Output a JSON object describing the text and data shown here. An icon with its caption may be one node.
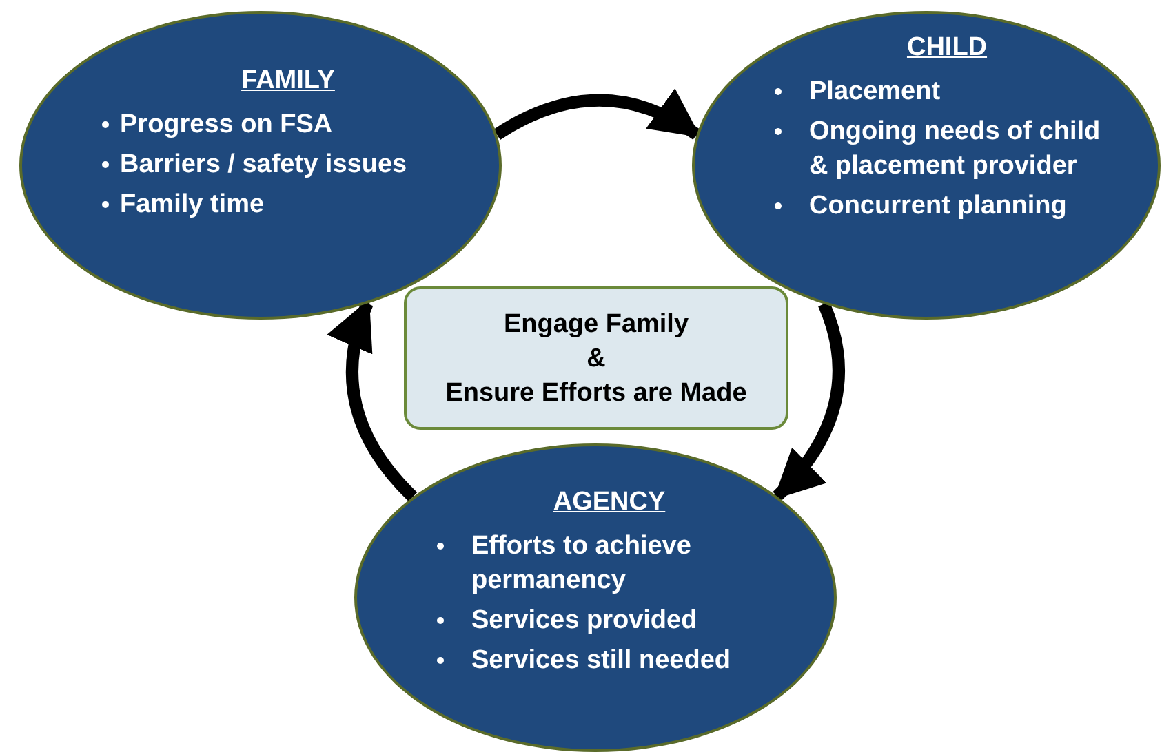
{
  "diagram": {
    "nodes": [
      {
        "text": [
          "FAMILY",
          "Progress on FSA",
          "Barriers / safety issues",
          "Family time"
        ]
      },
      {
        "text": [
          "CHILD",
          "Placement",
          "Ongoing needs of child & placement provider",
          "Concurrent planning"
        ]
      },
      {
        "text": [
          "Engage Family",
          "&",
          "Ensure Efforts are Made"
        ]
      },
      {
        "text": [
          "AGENCY",
          "Efforts to achieve permanency",
          "Services provided",
          "Services still needed"
        ]
      }
    ],
    "edges": [
      {
        "from": 0,
        "to": 1,
        "arrow": "to"
      },
      {
        "from": 1,
        "to": 3,
        "arrow": "to"
      },
      {
        "from": 3,
        "to": 0,
        "arrow": "to"
      }
    ]
  }
}
